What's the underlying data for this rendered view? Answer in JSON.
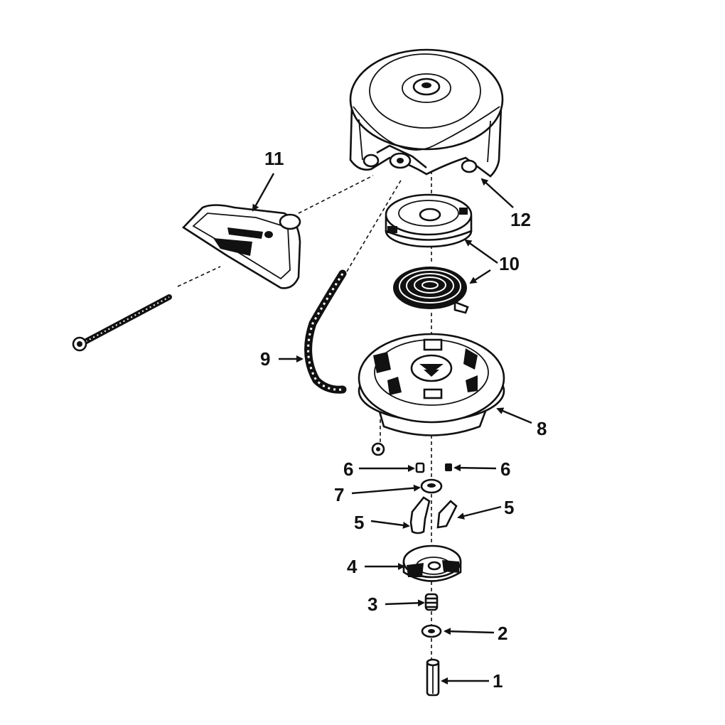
{
  "callouts": {
    "c1": "1",
    "c2": "2",
    "c3": "3",
    "c4": "4",
    "c5_left": "5",
    "c5_right": "5",
    "c6_left": "6",
    "c6_right": "6",
    "c7": "7",
    "c8": "8",
    "c9": "9",
    "c10": "10",
    "c11": "11",
    "c12": "12"
  }
}
